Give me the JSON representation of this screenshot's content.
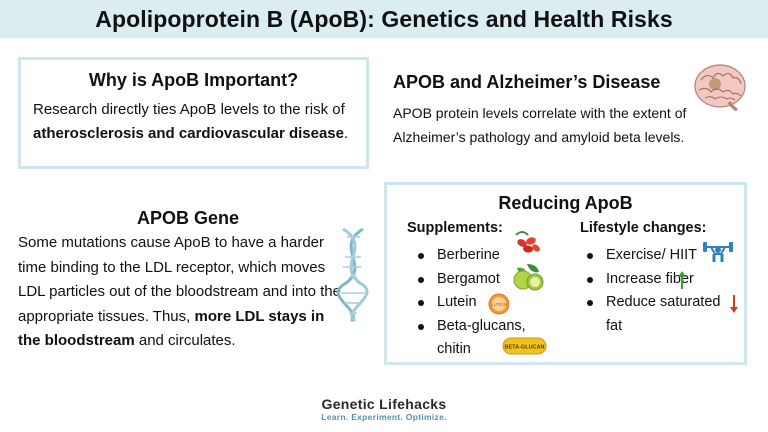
{
  "title": "Apolipoprotein B (ApoB): Genetics and Health Risks",
  "why": {
    "heading": "Why is ApoB Important?",
    "text_plain": "Research directly ties ApoB levels to the risk of ",
    "text_bold": "atherosclerosis and cardiovascular disease",
    "text_end": "."
  },
  "alzheimers": {
    "heading": "APOB and Alzheimer’s Disease",
    "text": "APOB protein levels correlate with the extent of Alzheimer’s pathology and amyloid beta levels.",
    "icon": "brain-icon"
  },
  "gene": {
    "heading": "APOB Gene",
    "text_plain": "Some mutations cause ApoB to have a harder time binding to the LDL receptor, which moves LDL particles out of the bloodstream and into the appropriate tissues. Thus, ",
    "text_bold": "more LDL stays in the bloodstream",
    "text_end": " and circulates.",
    "icon": "dna-icon"
  },
  "reducing": {
    "heading": "Reducing ApoB",
    "supplements_title": "Supplements:",
    "supplements": [
      "Berberine",
      "Bergamot",
      "Lutein",
      "Beta-glucans,",
      "chitin"
    ],
    "lifestyle_title": "Lifestyle changes:",
    "lifestyle": [
      "Exercise/ HIIT",
      "Increase fiber",
      "Reduce saturated",
      "fat"
    ],
    "lutein_label": "LUTEIN",
    "betaglucan_label": "BETA-GLUCAN"
  },
  "brand": {
    "name": "Genetic Lifehacks",
    "tagline": "Learn. Experiment. Optimize."
  },
  "colors": {
    "header_bg": "#dcedf2",
    "box_border": "#cfe6ec",
    "brand_tag": "#5a8fa6",
    "arrow_up": "#3a9a3a",
    "arrow_down": "#d23a2a"
  }
}
